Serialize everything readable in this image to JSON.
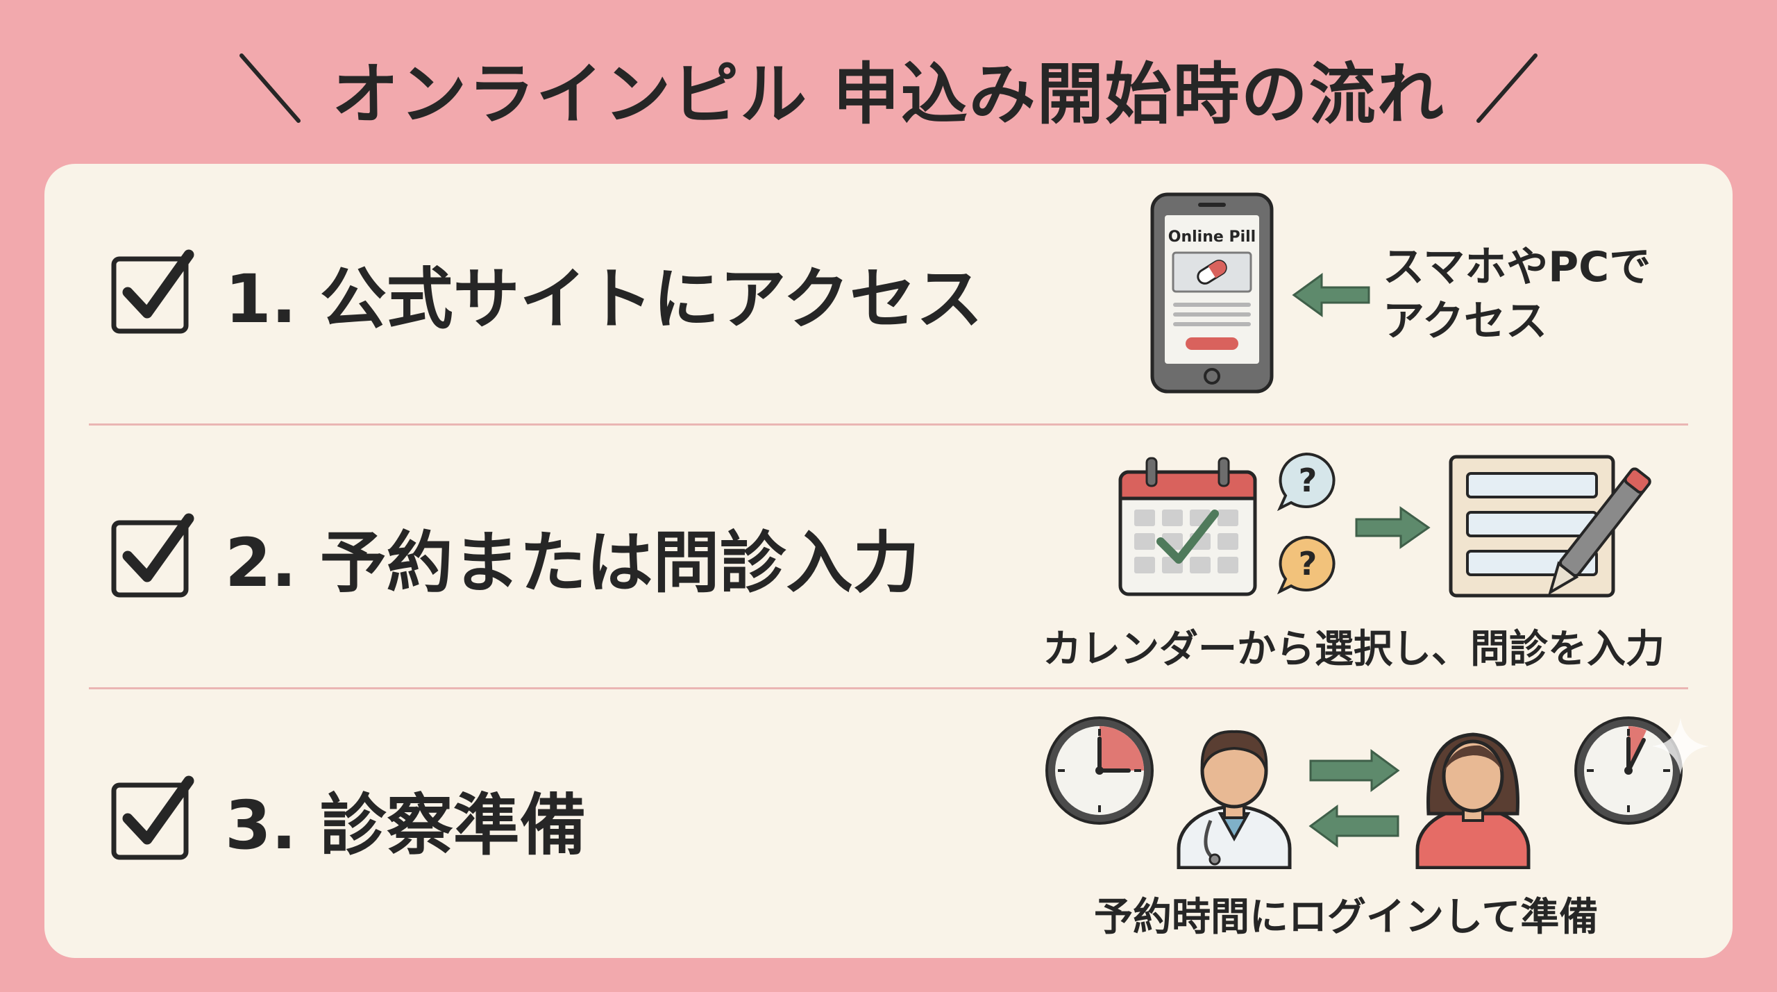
{
  "header": {
    "title": "オンラインピル 申込み開始時の流れ"
  },
  "steps": [
    {
      "label": "1. 公式サイトにアクセス",
      "caption_lines": [
        "スマホやPCで",
        "アクセス"
      ],
      "phone_screen_text": "Online Pill",
      "icons": [
        "smartphone-icon",
        "arrow-left-icon"
      ]
    },
    {
      "label": "2. 予約または問診入力",
      "caption": "カレンダーから選択し、問診を入力",
      "bubble_mark": "?",
      "icons": [
        "calendar-icon",
        "question-bubble-icon",
        "arrow-right-icon",
        "form-pen-icon"
      ]
    },
    {
      "label": "3. 診察準備",
      "caption": "予約時間にログインして準備",
      "icons": [
        "clock-icon",
        "doctor-icon",
        "two-way-arrows-icon",
        "patient-icon"
      ]
    }
  ],
  "colors": {
    "background": "#f2a9ad",
    "card": "#f9f3e8",
    "text": "#262626",
    "accent_green": "#5e8a6c",
    "accent_red": "#d9625d"
  }
}
